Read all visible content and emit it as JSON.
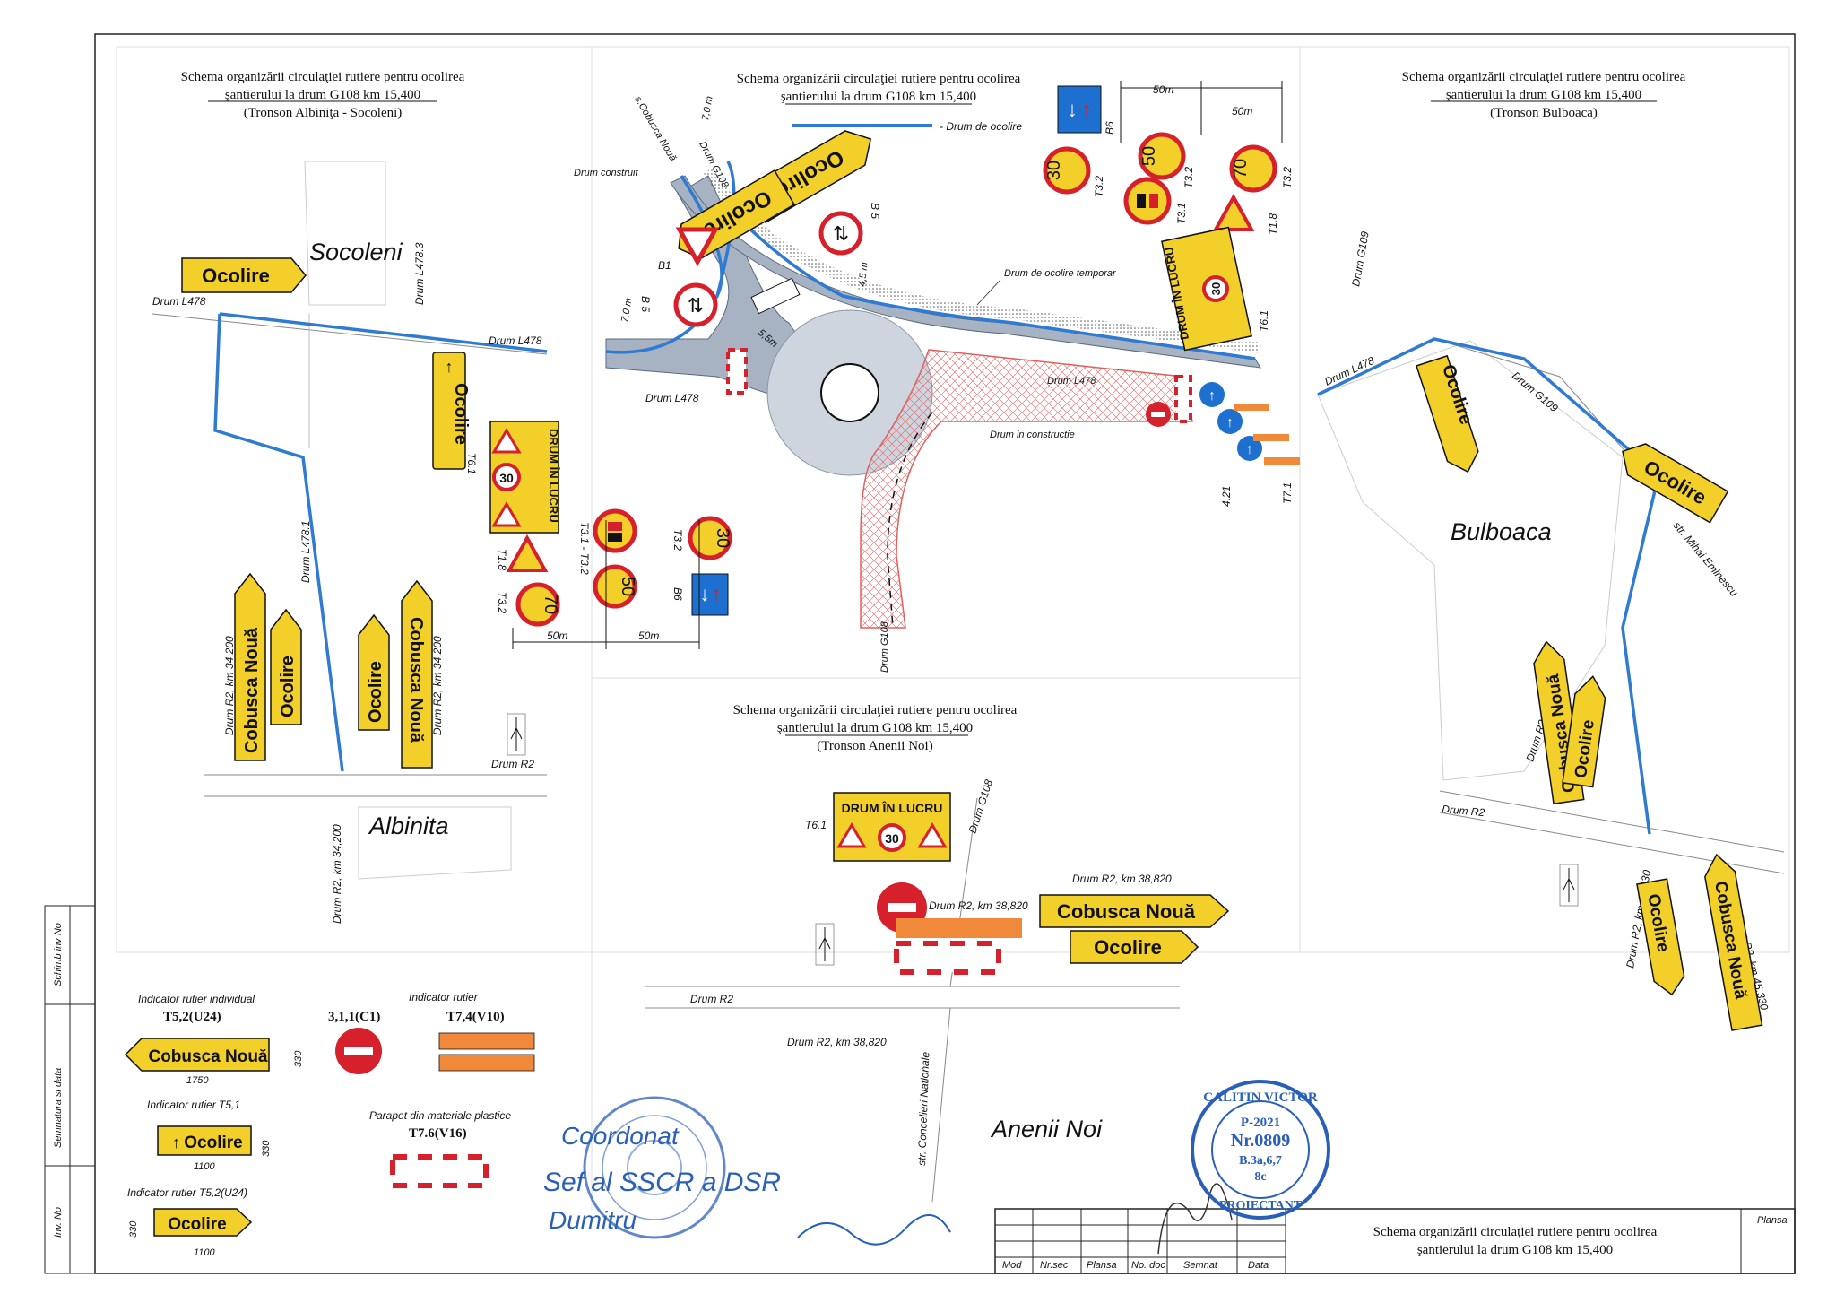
{
  "schemes": {
    "albinita": {
      "title1": "Schema organizării circulaţiei rutiere pentru ocolirea",
      "title2": "şantierului la drum G108 km 15,400",
      "title3": "(Tronson Albiniţa - Socoleni)"
    },
    "center": {
      "title1": "Schema organizării circulaţiei rutiere pentru ocolirea",
      "title2": "şantierului la drum G108 km 15,400"
    },
    "bulboaca": {
      "title1": "Schema organizării circulaţiei rutiere pentru ocolirea",
      "title2": "şantierului la drum G108 km 15,400",
      "title3": "(Tronson Bulboaca)"
    },
    "anenii": {
      "title1": "Schema organizării circulaţiei rutiere pentru ocolirea",
      "title2": "şantierului la drum G108 km 15,400",
      "title3": "(Tronson Anenii Noi)"
    }
  },
  "places": {
    "socoleni": "Socoleni",
    "albinita": "Albinita",
    "bulboaca": "Bulboaca",
    "anenii": "Anenii Noi"
  },
  "roads": {
    "l478": "Drum L478",
    "l4783": "Drum L478.3",
    "l4781": "Drum L478.1",
    "r2": "Drum R2",
    "r2km34": "Drum R2, km 34,200",
    "g109": "Drum G109",
    "g108": "Drum G108",
    "r2km45": "Drum R2, km 45,330",
    "r2km38": "Drum R2, km 38,820",
    "mihai": "str. Mihai Eminescu",
    "concelieri": "str. Concelieri Nationale",
    "construit": "Drum construit",
    "cobusca_dir": "s.Cobusca Nouă",
    "ocolire_temp": "Drum de ocolire temporar",
    "constructie": "Drum in constructie"
  },
  "legend_line": "- Drum de ocolire",
  "signs": {
    "ocolire": "Ocolire",
    "cobusca": "Cobusca Nouă",
    "drum_lucru": "DRUM ÎN LUCRU",
    "cobusca_nona": "Cobusca Nouă"
  },
  "codes": {
    "t61": "T6.1",
    "t18": "T1.8",
    "t32": "T3.2",
    "t31": "T3.1",
    "t31_32": "T3.1 - T3.2",
    "b6": "B6",
    "b5": "B 5",
    "b1": "B1",
    "t71": "T7.1",
    "c421": "4.21"
  },
  "dims": {
    "d50": "50m",
    "d7": "7,0 m",
    "d55": "5,5m",
    "d45": "4,5 m"
  },
  "speeds": {
    "s30": "30",
    "s50": "50",
    "s70": "70"
  },
  "legend": {
    "individual": "Indicator rutier individual",
    "t52": "T5,2(U24)",
    "w1750": "1750",
    "h330": "330",
    "t51": "Indicator rutier T5,1",
    "w1100": "1100",
    "t52b": "Indicator rutier T5,2(U24)",
    "c1": "3,1,1(C1)",
    "indic": "Indicator rutier",
    "t74": "T7,4(V10)",
    "parapet": "Parapet din materiale plastice",
    "t76": "T7.6(V16)"
  },
  "side": {
    "inv": "Inv. No",
    "semn": "Semnatura si data",
    "schimb": "Schimb inv No"
  },
  "title_block": {
    "cols": [
      "Mod",
      "Nr.sec",
      "Plansa",
      "No. doc",
      "Semnat",
      "Data"
    ],
    "title1": "Schema organizării circulaţiei rutiere pentru ocolirea",
    "title2": "şantierului la drum G108 km 15,400",
    "plansa": "Plansa"
  },
  "stamp": {
    "name": "CALITIN VICTOR",
    "p": "P-2021",
    "nr": "Nr.0809",
    "code": "B.3a,6,7",
    "c8": "8c",
    "role": "PROIECTANT"
  },
  "handwriting": {
    "l1": "Coordonat",
    "l2": "Sef al SSCR a DSR",
    "l3": "Dumitru"
  },
  "colors": {
    "route": "#2e7bd1",
    "sign_yellow": "#f3cf2a",
    "red": "#d6202b",
    "blue_sign": "#1d6fd0",
    "stamp_blue": "#2a5fb8"
  }
}
